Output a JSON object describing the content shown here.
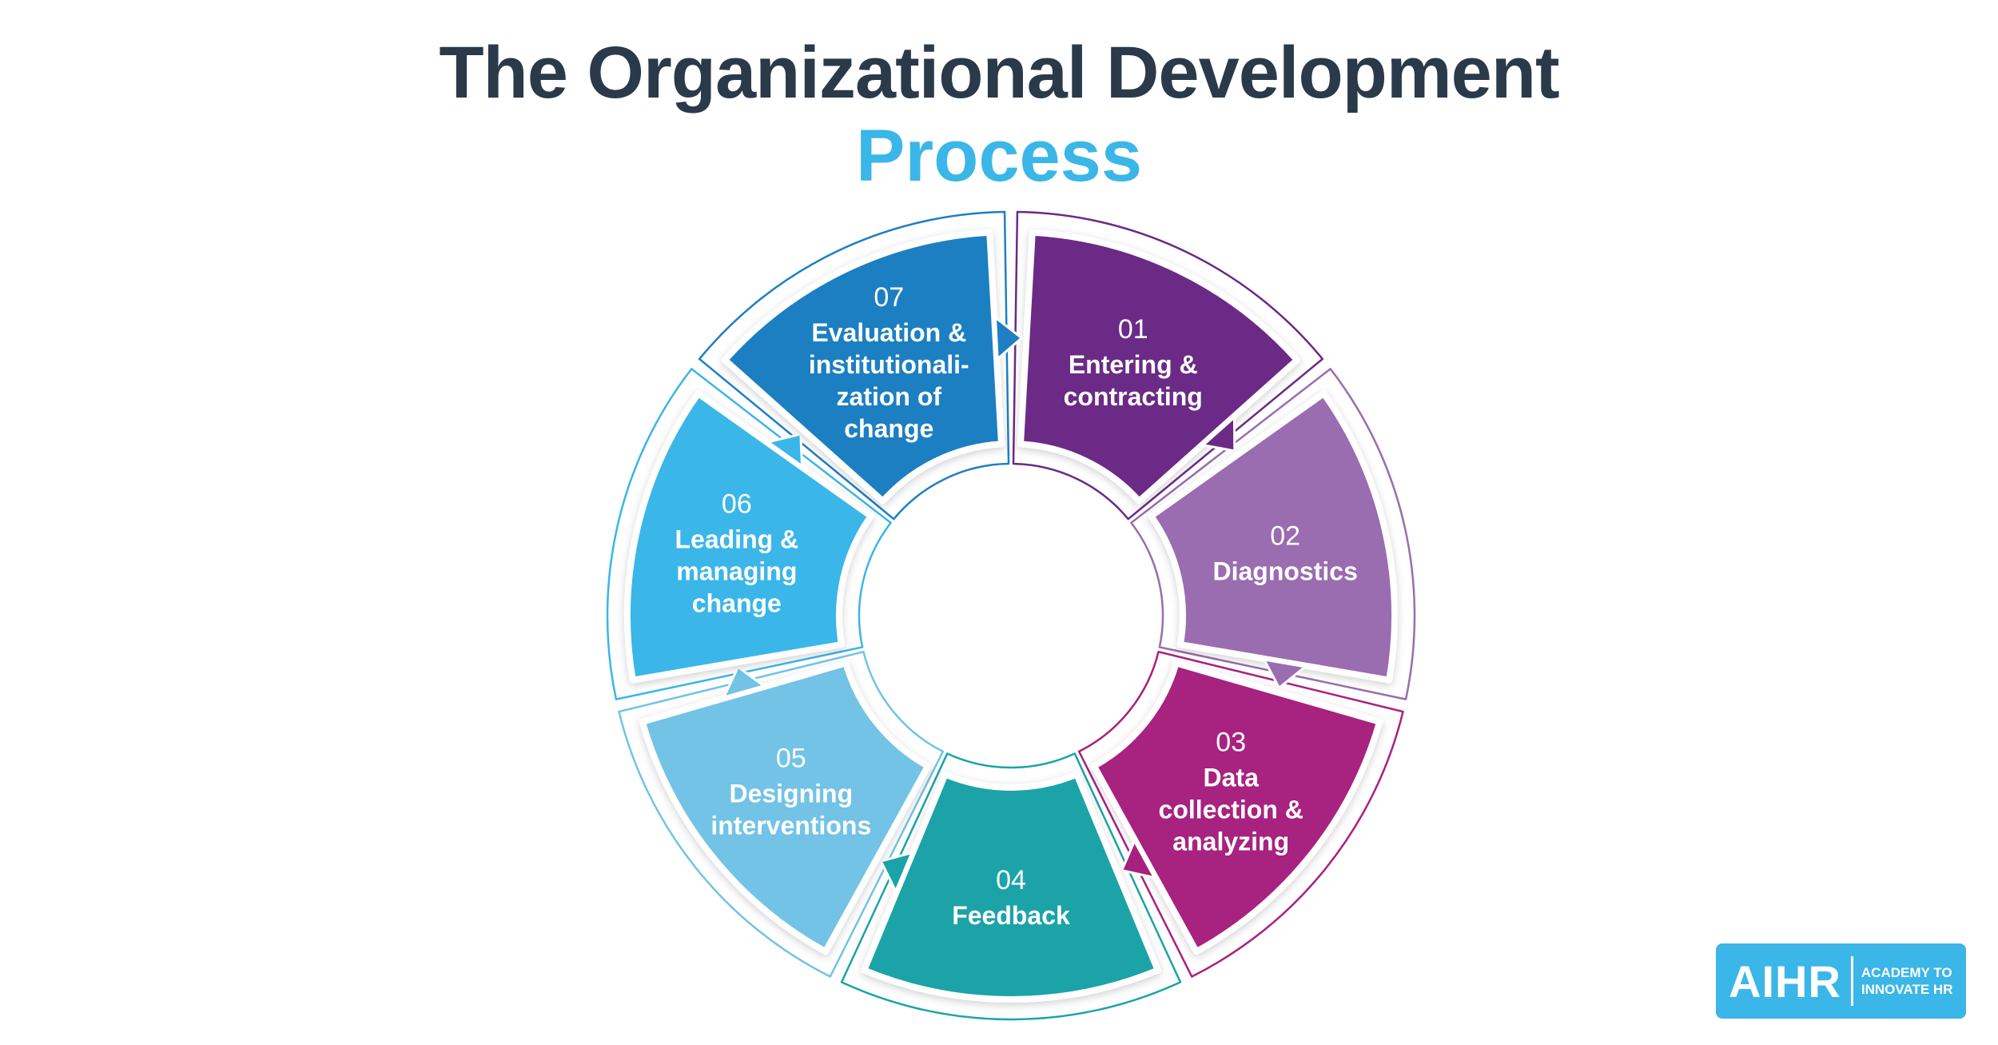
{
  "header": {
    "title": "The Organizational Development",
    "subtitle": "Process"
  },
  "colors": {
    "title": "#2b3a4a",
    "subtitle": "#3bb6e8"
  },
  "segments": [
    {
      "number": "01",
      "lines": [
        "Entering &",
        "contracting"
      ],
      "color": "#6b2a86"
    },
    {
      "number": "02",
      "lines": [
        "Diagnostics"
      ],
      "color": "#9a6cb0"
    },
    {
      "number": "03",
      "lines": [
        "Data",
        "collection &",
        "analyzing"
      ],
      "color": "#a8207f"
    },
    {
      "number": "04",
      "lines": [
        "Feedback"
      ],
      "color": "#1aa3a8"
    },
    {
      "number": "05",
      "lines": [
        "Designing",
        "interventions"
      ],
      "color": "#72c3e6"
    },
    {
      "number": "06",
      "lines": [
        "Leading &",
        "managing",
        "change"
      ],
      "color": "#3bb6e8"
    },
    {
      "number": "07",
      "lines": [
        "Evaluation &",
        "institutionali-",
        "zation of",
        "change"
      ],
      "color": "#1f7fc2"
    }
  ],
  "logo": {
    "mark": "AIHR",
    "line1": "ACADEMY TO",
    "line2": "INNOVATE HR",
    "color": "#3bb6e8"
  }
}
